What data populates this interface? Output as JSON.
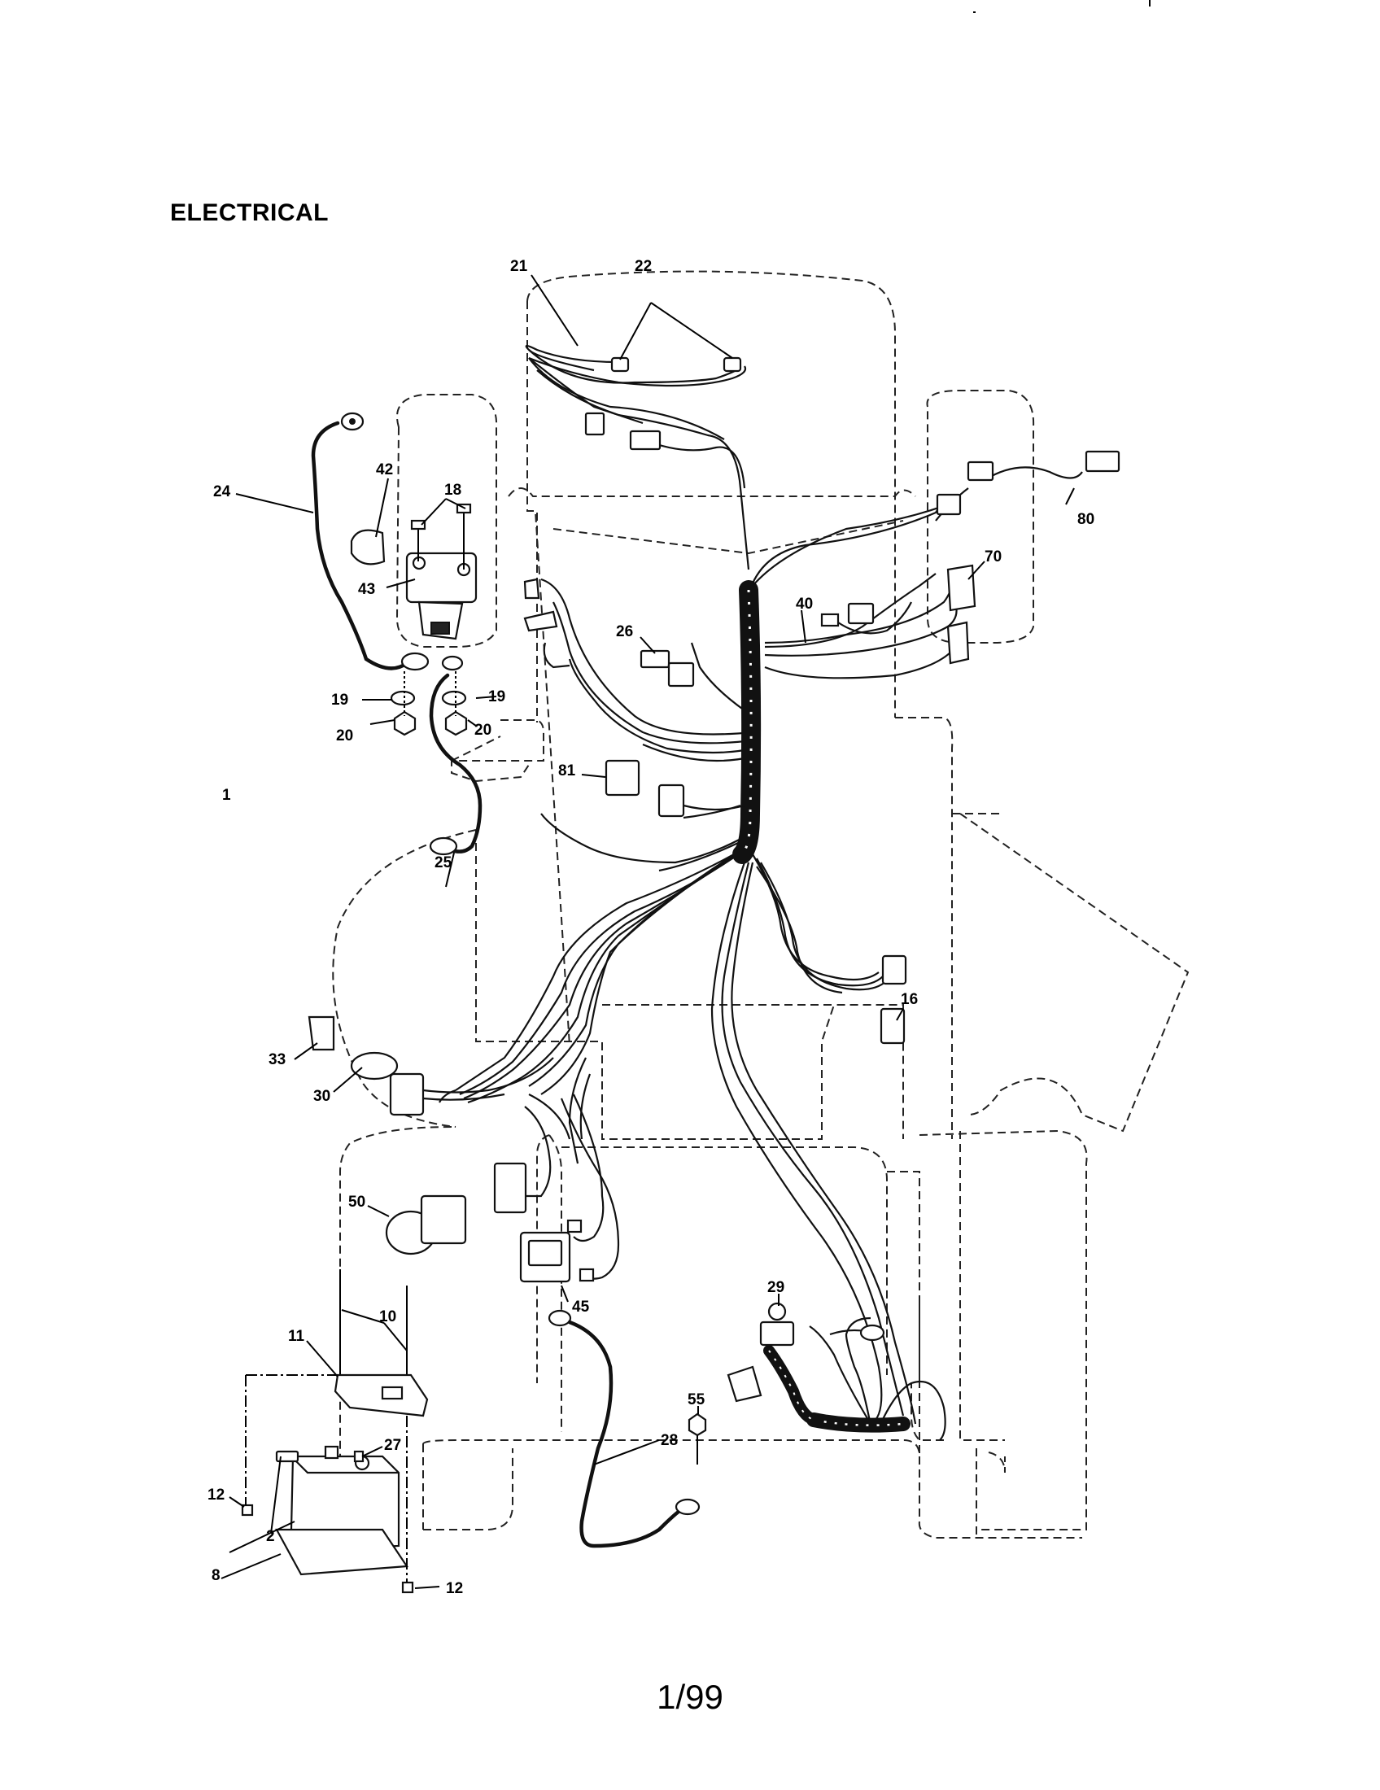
{
  "title": "ELECTRICAL",
  "page_number": "1/99",
  "callouts": {
    "c1": "1",
    "c2": "2",
    "c8": "8",
    "c10": "10",
    "c11": "11",
    "c12a": "12",
    "c12b": "12",
    "c16": "16",
    "c18": "18",
    "c19a": "19",
    "c19b": "19",
    "c20a": "20",
    "c20b": "20",
    "c21": "21",
    "c22": "22",
    "c24": "24",
    "c25": "25",
    "c26": "26",
    "c27": "27",
    "c28": "28",
    "c29": "29",
    "c30": "30",
    "c33": "33",
    "c40": "40",
    "c42": "42",
    "c43": "43",
    "c45": "45",
    "c50": "50",
    "c55": "55",
    "c70": "70",
    "c80": "80",
    "c81": "81"
  }
}
